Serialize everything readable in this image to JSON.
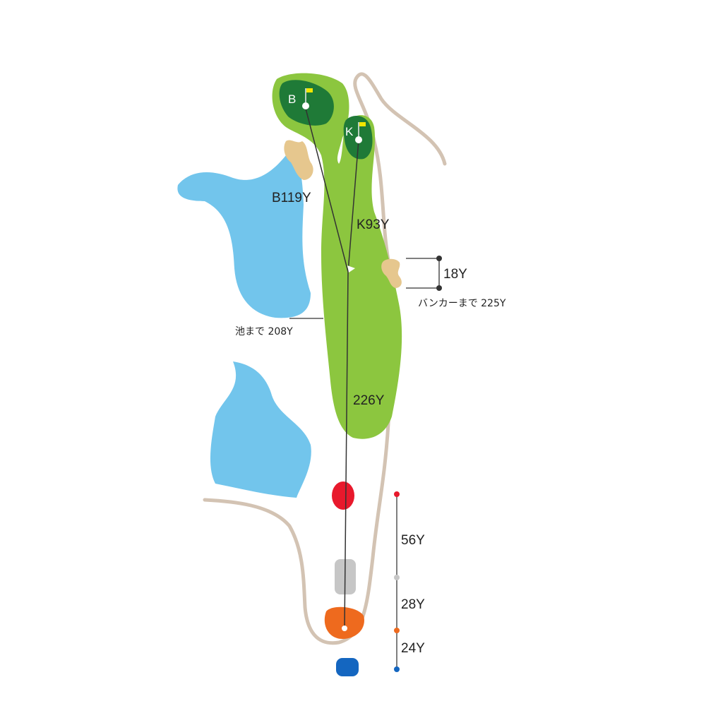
{
  "greens": {
    "back": "B",
    "front": "K"
  },
  "distances": {
    "to_back_green": "B119Y",
    "to_front_green": "K93Y",
    "tee_shot": "226Y",
    "bunker_depth": "18Y",
    "to_bunker": "バンカーまで 225Y",
    "to_pond": "池まで 208Y"
  },
  "tee_gaps": [
    "56Y",
    "28Y",
    "24Y"
  ],
  "colors": {
    "fairway": "#8cc63f",
    "green": "#1f7a37",
    "water": "#72c5ec",
    "bunker": "#e6c78e",
    "rough_line": "#d3c3b3",
    "tee_red": "#e8192c",
    "tee_gray": "#c6c6c6",
    "tee_orange": "#ee6a1e",
    "tee_blue": "#1466c0",
    "flag": "#f2e600"
  }
}
